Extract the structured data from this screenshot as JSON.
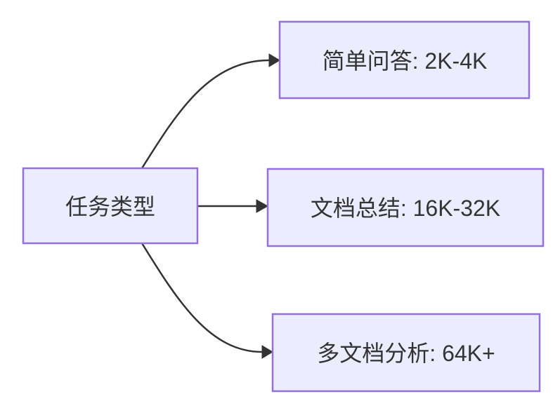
{
  "diagram": {
    "type": "flowchart",
    "direction": "LR",
    "colors": {
      "background": "#FFFFFF",
      "node_fill": "#ECECFF",
      "node_border": "#9370DB",
      "edge": "#333333",
      "text": "#333333"
    },
    "nodes": {
      "root": {
        "label": "任务类型"
      },
      "simple_qa": {
        "label": "简单问答: 2K-4K"
      },
      "doc_summary": {
        "label": "文档总结: 16K-32K"
      },
      "multi_doc": {
        "label": "多文档分析: 64K+"
      }
    },
    "edges": [
      {
        "from": "任务类型",
        "to": "简单问答: 2K-4K"
      },
      {
        "from": "任务类型",
        "to": "文档总结: 16K-32K"
      },
      {
        "from": "任务类型",
        "to": "多文档分析: 64K+"
      }
    ]
  }
}
